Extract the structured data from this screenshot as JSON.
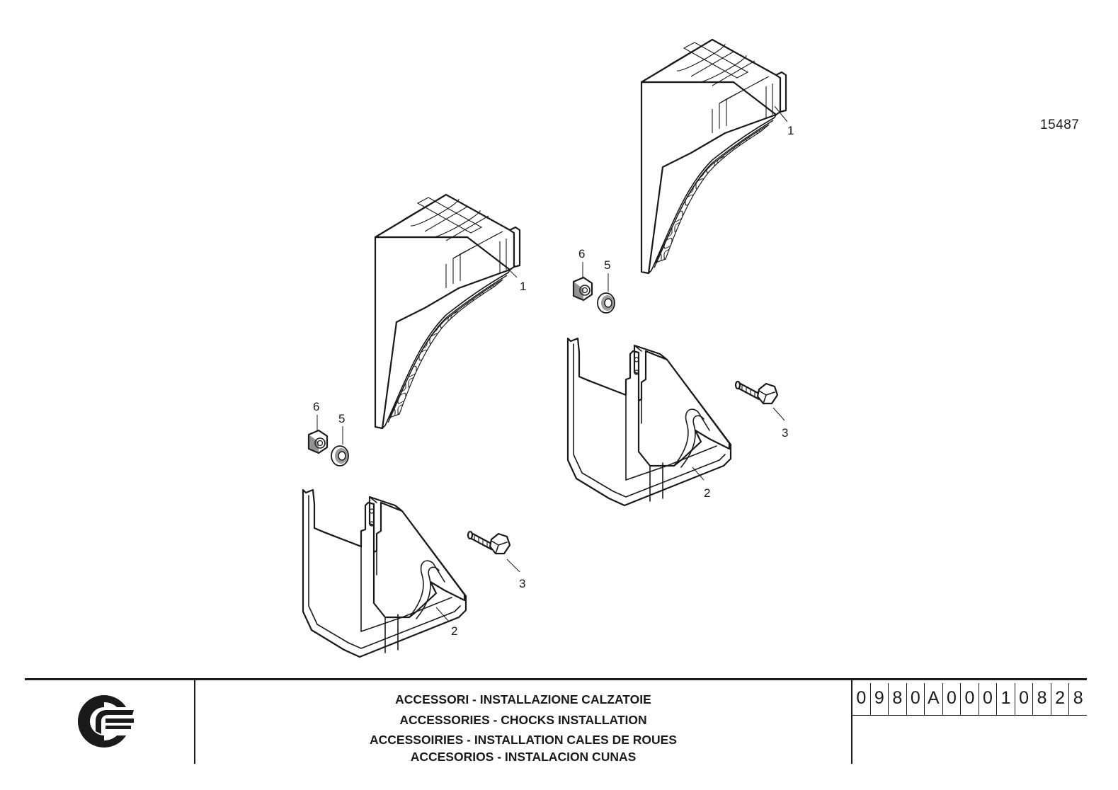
{
  "drawing": {
    "number": "15487",
    "callouts": {
      "left_chock": "1",
      "left_bracket": "2",
      "left_bolt": "3",
      "left_washer": "5",
      "left_nut": "6",
      "right_chock": "1",
      "right_bracket": "2",
      "right_bolt": "3",
      "right_washer": "5",
      "right_nut": "6"
    }
  },
  "title_block": {
    "titles": {
      "it": "ACCESSORI - INSTALLAZIONE CALZATOIE",
      "en": "ACCESSORIES - CHOCKS INSTALLATION",
      "fr": "ACCESSOIRIES - INSTALLATION CALES DE ROUES",
      "es": "ACCESORIOS - INSTALACION CUNAS"
    },
    "code_chars": [
      "0",
      "9",
      "8",
      "0",
      "A",
      "0",
      "0",
      "0",
      "1",
      "0",
      "8",
      "2",
      "8"
    ]
  },
  "colors": {
    "ink": "#1a1a1a",
    "paper": "#ffffff"
  },
  "icons": {
    "logo": "brand-logo-icon"
  }
}
